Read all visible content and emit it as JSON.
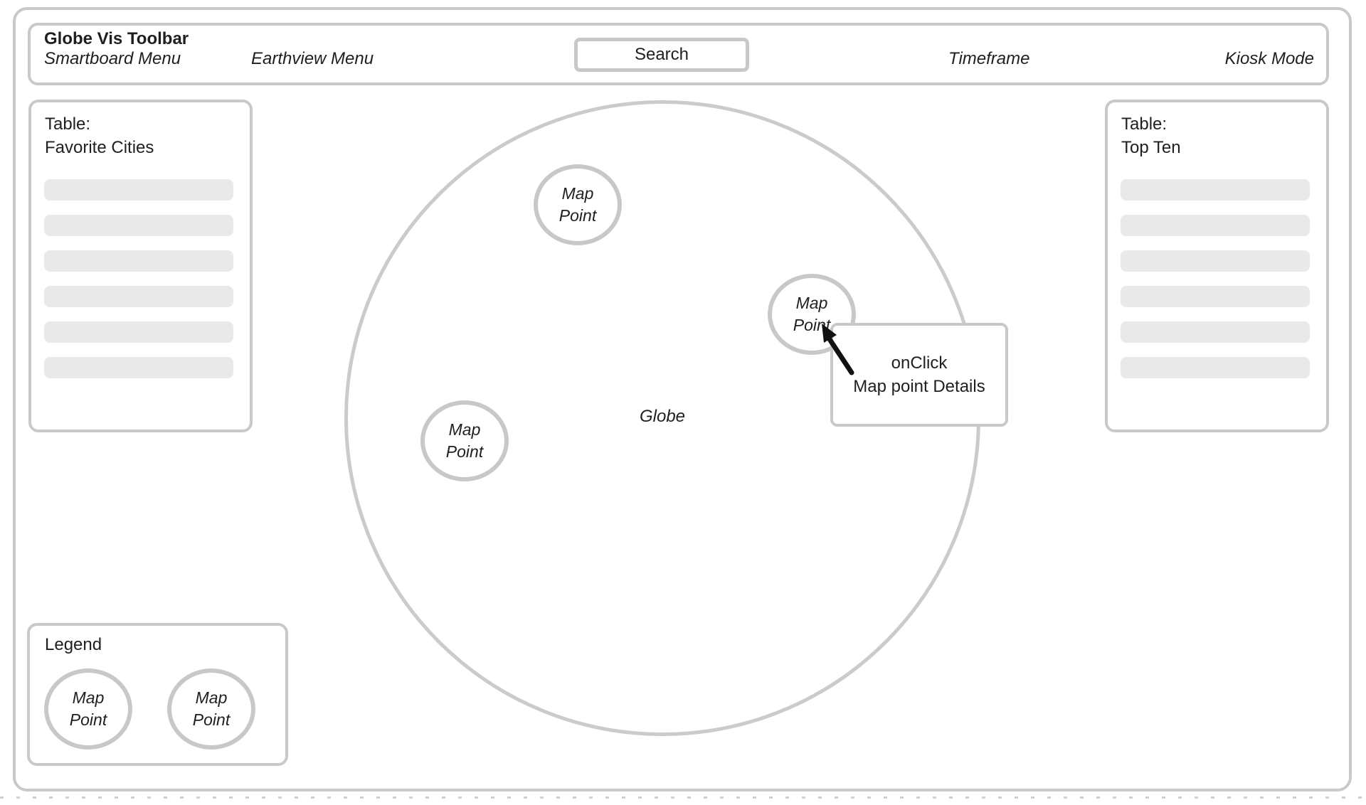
{
  "toolbar": {
    "title": "Globe Vis Toolbar",
    "menu_items": {
      "smartboard": "Smartboard Menu",
      "earthview": "Earthview Menu",
      "timeframe": "Timeframe",
      "kiosk": "Kiosk Mode"
    },
    "search": {
      "label": "Search"
    }
  },
  "left_panel": {
    "title": "Table:",
    "subtitle": "Favorite Cities",
    "placeholder_rows": 6
  },
  "right_panel": {
    "title": "Table:",
    "subtitle": "Top Ten",
    "placeholder_rows": 6
  },
  "globe": {
    "label": "Globe",
    "points": [
      {
        "lines": [
          "Map",
          "Point"
        ]
      },
      {
        "lines": [
          "Map",
          "Point"
        ]
      },
      {
        "lines": [
          "Map",
          "Point"
        ]
      }
    ]
  },
  "tooltip": {
    "lines": [
      "onClick",
      "Map point Details"
    ]
  },
  "legend": {
    "title": "Legend",
    "points": [
      {
        "lines": [
          "Map",
          "Point"
        ]
      },
      {
        "lines": [
          "Map",
          "Point"
        ]
      }
    ]
  },
  "colors": {
    "frame_border": "#c9c9c9",
    "circle_border": "#c8c8c8",
    "placeholder_fill": "#e9e9e9",
    "text": "#1f1f1f",
    "arrow": "#111111"
  }
}
